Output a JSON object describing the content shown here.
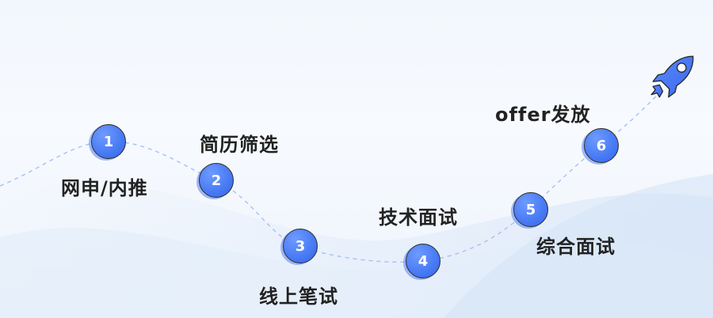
{
  "diagram": {
    "type": "process-path",
    "steps": [
      {
        "number": "1",
        "label": "网申/内推"
      },
      {
        "number": "2",
        "label": "简历筛选"
      },
      {
        "number": "3",
        "label": "线上笔试"
      },
      {
        "number": "4",
        "label": "技术面试"
      },
      {
        "number": "5",
        "label": "综合面试"
      },
      {
        "number": "6",
        "label": "offer发放"
      }
    ],
    "end_icon": "rocket-icon",
    "colors": {
      "node": "#4a7cf5",
      "path": "#a9c4f5",
      "text": "#222222"
    }
  }
}
